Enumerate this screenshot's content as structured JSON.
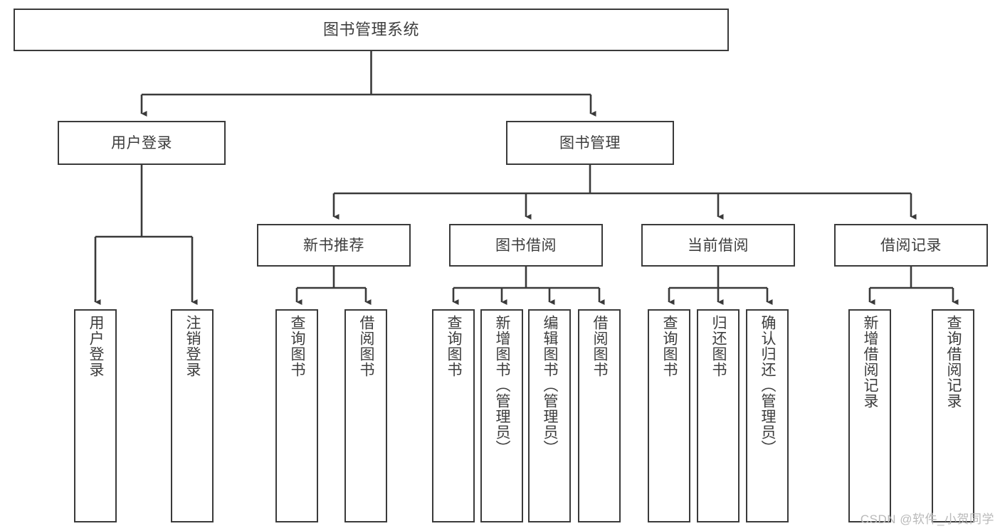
{
  "diagram": {
    "type": "tree-hierarchy",
    "title": "图书管理系统",
    "stroke_color": "#3a3a3a",
    "text_color": "#3d3d3d",
    "background_color": "#ffffff",
    "watermark": "CSDN @软件_小贺同学"
  },
  "nodes": {
    "root": {
      "label": "图书管理系统"
    },
    "level2": [
      {
        "id": "user-login",
        "label": "用户登录"
      },
      {
        "id": "book-manage",
        "label": "图书管理"
      }
    ],
    "level3": [
      {
        "id": "new-book-recommend",
        "label": "新书推荐"
      },
      {
        "id": "book-borrow",
        "label": "图书借阅"
      },
      {
        "id": "current-borrow",
        "label": "当前借阅"
      },
      {
        "id": "borrow-record",
        "label": "借阅记录"
      }
    ],
    "leaves": {
      "user_login": [
        {
          "id": "leaf-user-login",
          "label": "用户登录"
        },
        {
          "id": "leaf-logout-login",
          "label": "注销登录"
        }
      ],
      "new_book_recommend": [
        {
          "id": "leaf-query-book-1",
          "label": "查询图书"
        },
        {
          "id": "leaf-borrow-book-1",
          "label": "借阅图书"
        }
      ],
      "book_borrow": [
        {
          "id": "leaf-query-book-2",
          "label": "查询图书"
        },
        {
          "id": "leaf-add-book",
          "label": "新增图书（管理员）"
        },
        {
          "id": "leaf-edit-book",
          "label": "编辑图书（管理员）"
        },
        {
          "id": "leaf-borrow-book-2",
          "label": "借阅图书"
        }
      ],
      "current_borrow": [
        {
          "id": "leaf-query-book-3",
          "label": "查询图书"
        },
        {
          "id": "leaf-return-book",
          "label": "归还图书"
        },
        {
          "id": "leaf-confirm-return",
          "label": "确认归还（管理员）"
        }
      ],
      "borrow_record": [
        {
          "id": "leaf-add-record",
          "label": "新增借阅记录"
        },
        {
          "id": "leaf-query-record",
          "label": "查询借阅记录"
        }
      ]
    }
  }
}
